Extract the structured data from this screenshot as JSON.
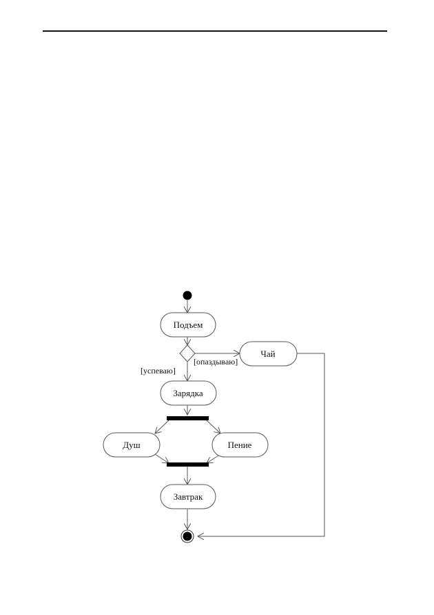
{
  "diagram": {
    "type": "uml-activity",
    "nodes": {
      "wake": "Подъем",
      "tea": "Чай",
      "exercise": "Зарядка",
      "shower": "Душ",
      "singing": "Пение",
      "breakfast": "Завтрак"
    },
    "guards": {
      "on_time": "[успеваю]",
      "late": "[опаздываю]"
    }
  }
}
